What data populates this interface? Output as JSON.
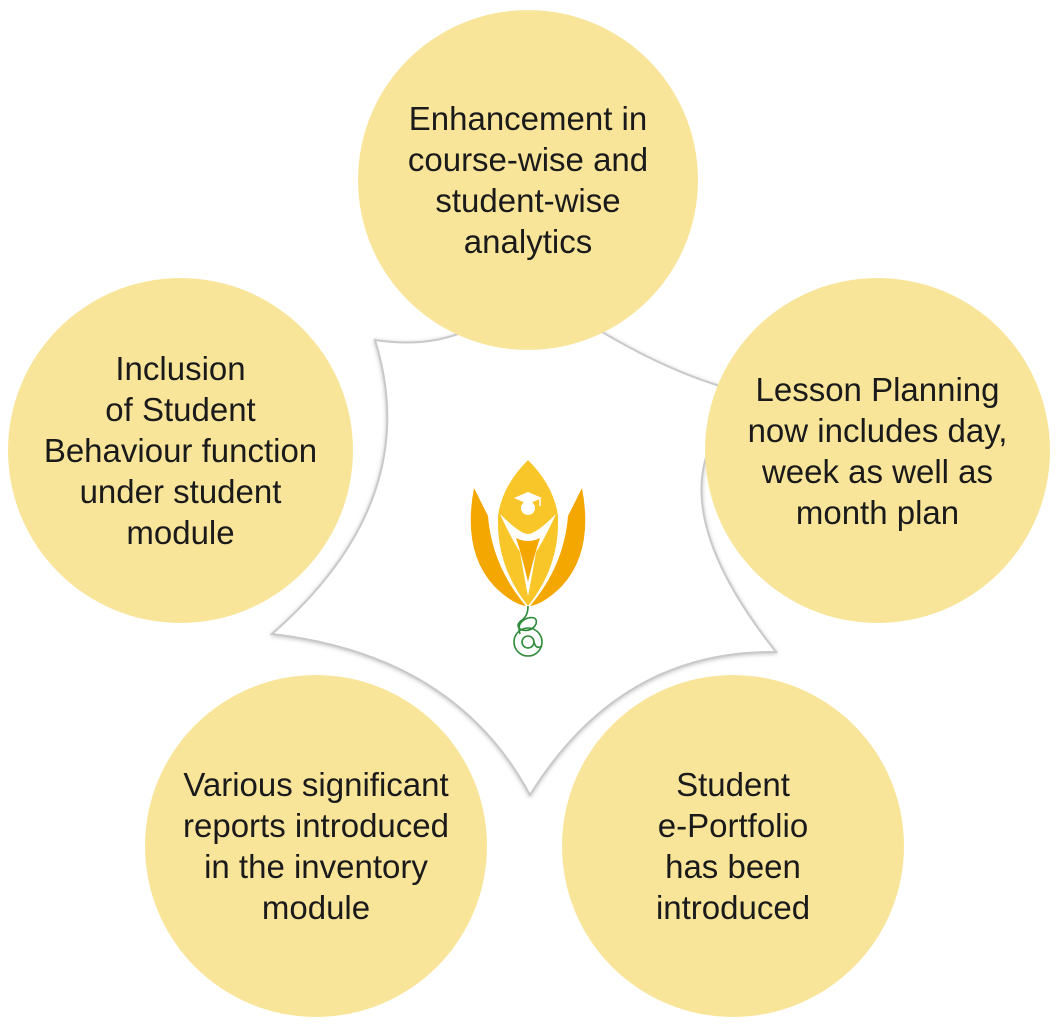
{
  "diagram": {
    "colors": {
      "bubble_fill": "#f9e59a",
      "center_star_fill": "#ffffff",
      "center_star_stroke": "#c9c9c9",
      "logo_orange": "#f4a700",
      "logo_yellow": "#f9c62a",
      "logo_green": "#2e8b3a"
    },
    "center": {
      "icon": "tulip-graduate-logo-icon"
    },
    "items": [
      {
        "id": "top",
        "text": "Enhancement in\ncourse-wise and\nstudent-wise\nanalytics"
      },
      {
        "id": "right",
        "text": "Lesson Planning\nnow includes day,\nweek as well as\nmonth plan"
      },
      {
        "id": "bottom-right",
        "text": "Student\ne-Portfolio\nhas been\nintroduced"
      },
      {
        "id": "bottom-left",
        "text": "Various significant\nreports introduced\nin the inventory\nmodule"
      },
      {
        "id": "left",
        "text": "Inclusion\nof Student\nBehaviour function\nunder student\nmodule"
      }
    ]
  }
}
